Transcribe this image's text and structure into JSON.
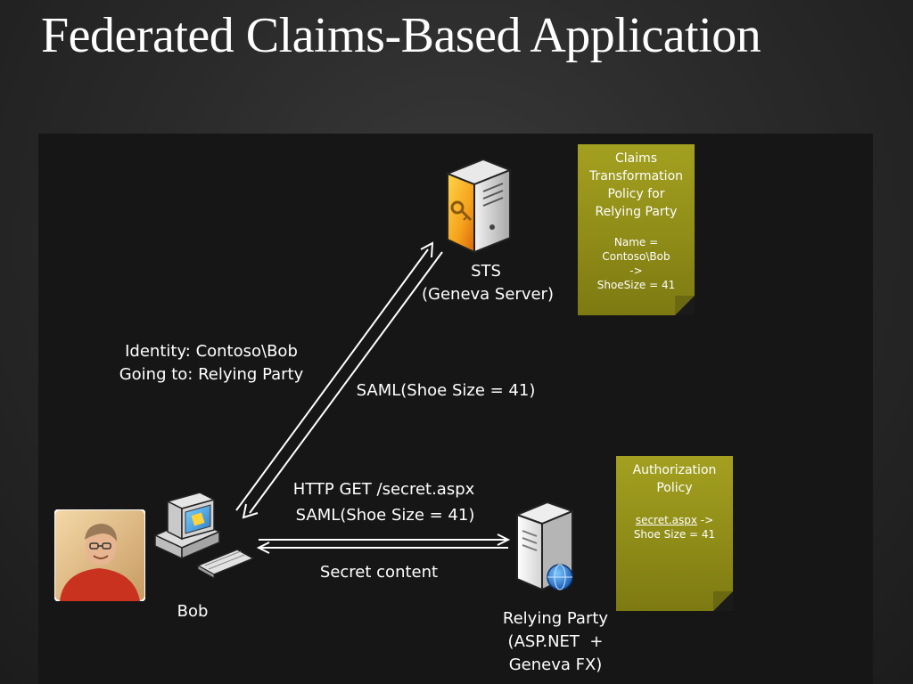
{
  "title": "Federated Claims-Based Application",
  "sts": {
    "line1": "STS",
    "line2": "(Geneva Server)"
  },
  "claims_note": {
    "heading": [
      "Claims",
      "Transformation",
      "Policy for",
      "Relying Party"
    ],
    "rule": [
      "Name =",
      "Contoso\\Bob",
      "->",
      "ShoeSize = 41"
    ]
  },
  "identity": {
    "line1": "Identity: Contoso\\Bob",
    "line2": "Going to: Relying Party"
  },
  "saml_from_sts": "SAML(Shoe Size = 41)",
  "http_request": {
    "line1": "HTTP GET /secret.aspx",
    "line2": "SAML(Shoe Size = 41)"
  },
  "secret_content": "Secret content",
  "bob_label": "Bob",
  "relying_party": {
    "line1": "Relying Party",
    "line2": "(ASP.NET  +",
    "line3": "Geneva FX)"
  },
  "auth_note": {
    "heading": [
      "Authorization",
      "Policy"
    ],
    "rule_link": "secret.aspx",
    "rule_arrow": " ->",
    "rule_line2": "Shoe Size = 41"
  }
}
